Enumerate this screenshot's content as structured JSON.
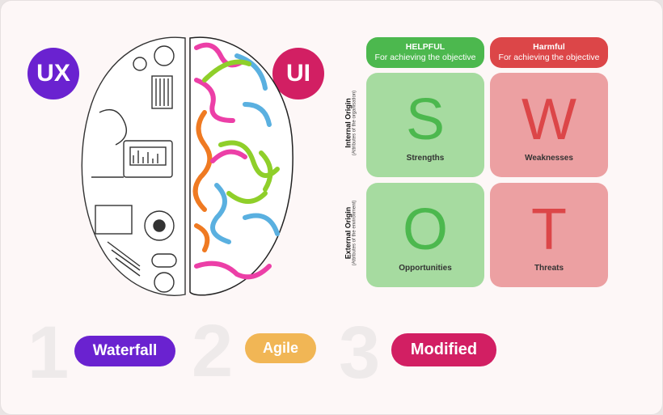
{
  "labels": {
    "ux": "UX",
    "ui": "UI"
  },
  "swot": {
    "helpful": {
      "title": "HELPFUL",
      "subtitle": "For achieving the objective"
    },
    "harmful": {
      "title": "Harmful",
      "subtitle": "For achieving the objective"
    },
    "internal": {
      "title": "Internal Origin",
      "subtitle": "(Attributes of the organisation)"
    },
    "external": {
      "title": "External Origin",
      "subtitle": "(Attributes of the environment)"
    },
    "cells": [
      {
        "letter": "S",
        "label": "Strengths"
      },
      {
        "letter": "W",
        "label": "Weaknesses"
      },
      {
        "letter": "O",
        "label": "Opportunities"
      },
      {
        "letter": "T",
        "label": "Threats"
      }
    ]
  },
  "methods": [
    {
      "number": "1",
      "label": "Waterfall"
    },
    {
      "number": "2",
      "label": "Agile"
    },
    {
      "number": "3",
      "label": "Modified"
    }
  ],
  "colors": {
    "purple": "#6a22d0",
    "pink": "#d21f63",
    "green": "#4cb84e",
    "red": "#dc4648",
    "amber": "#f1b655"
  }
}
